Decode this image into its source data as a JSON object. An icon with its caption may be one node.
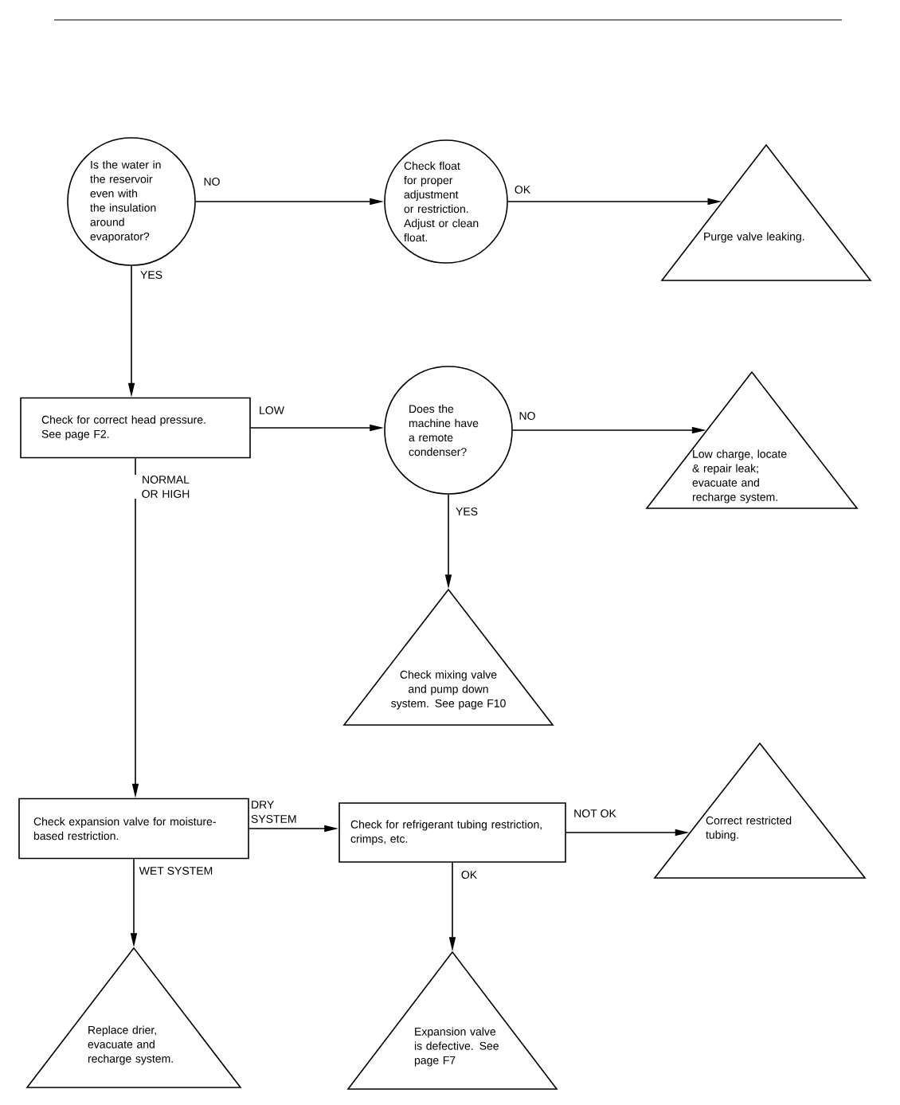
{
  "diagram": {
    "nodes": [
      {
        "text": [
          "Is the water in the reservoir even with the insulation around evaporator?"
        ]
      },
      {
        "text": [
          "Check float for proper adjustment or restriction. Adjust or clean float."
        ]
      },
      {
        "text": [
          "Purge valve leaking."
        ]
      },
      {
        "text": [
          "Check for correct head pressure. See page F2."
        ]
      },
      {
        "text": [
          "Does the machine have a remote condenser?"
        ]
      },
      {
        "text": [
          "Low charge, locate & repair leak; evacuate and recharge system."
        ]
      },
      {
        "text": [
          "Check mixing valve and pump down system. See page F10"
        ]
      },
      {
        "text": [
          "Check expansion valve for moisture-based restriction."
        ]
      },
      {
        "text": [
          "Check for refrigerant tubing restriction, crimps, etc."
        ]
      },
      {
        "text": [
          "Correct restricted tubing."
        ]
      },
      {
        "text": [
          "Replace drier, evacuate and recharge system."
        ]
      },
      {
        "text": [
          "Expansion valve is defective. See page F7"
        ]
      }
    ],
    "edges": [
      {
        "from": 0,
        "to": 1,
        "arrow": "to",
        "label": "NO"
      },
      {
        "from": 1,
        "to": 2,
        "arrow": "to",
        "label": "OK"
      },
      {
        "from": 0,
        "to": 3,
        "arrow": "to",
        "label": "YES"
      },
      {
        "from": 3,
        "to": 4,
        "arrow": "to",
        "label": "LOW"
      },
      {
        "from": 4,
        "to": 5,
        "arrow": "to",
        "label": "NO"
      },
      {
        "from": 4,
        "to": 6,
        "arrow": "to",
        "label": "YES"
      },
      {
        "from": 3,
        "to": 7,
        "arrow": "to",
        "label": "NORMAL OR HIGH"
      },
      {
        "from": 7,
        "to": 8,
        "arrow": "to",
        "label": "DRY SYSTEM"
      },
      {
        "from": 8,
        "to": 9,
        "arrow": "to",
        "label": "NOT OK"
      },
      {
        "from": 7,
        "to": 10,
        "arrow": "to",
        "label": "WET SYSTEM"
      },
      {
        "from": 8,
        "to": 11,
        "arrow": "to",
        "label": "OK"
      }
    ]
  }
}
